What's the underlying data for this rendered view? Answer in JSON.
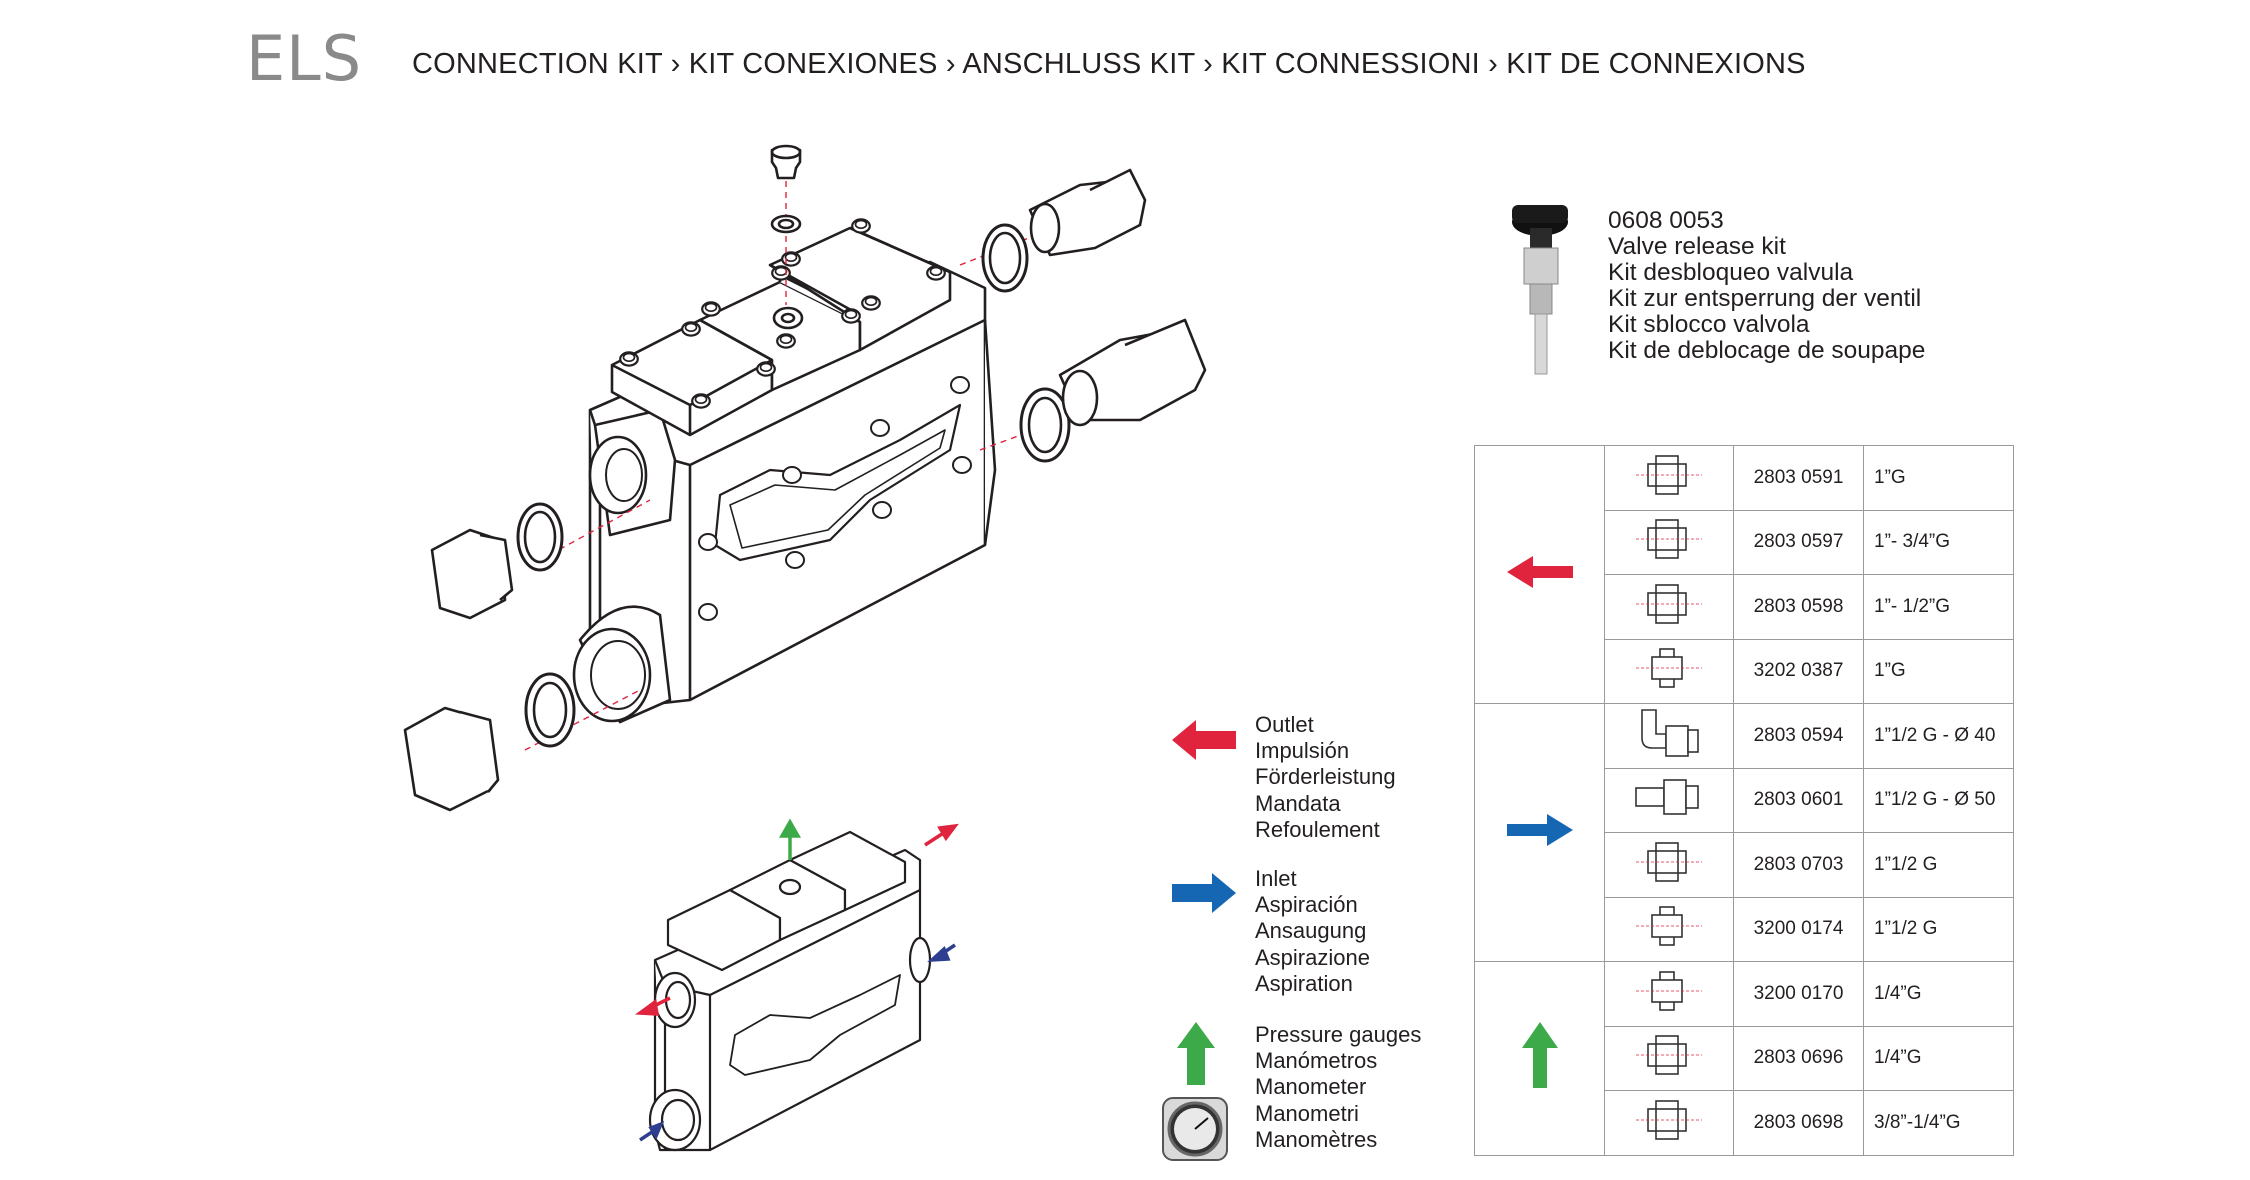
{
  "header": {
    "title": "ELS",
    "subtitle": "CONNECTION KIT › KIT CONEXIONES › ANSCHLUSS KIT › KIT CONNESSIONI › KIT DE CONNEXIONS"
  },
  "valve_kit": {
    "code": "0608 0053",
    "lines": [
      "Valve release kit",
      "Kit desbloqueo valvula",
      "Kit zur entsperrung der ventil",
      "Kit sblocco valvola",
      "Kit de deblocage de soupape"
    ]
  },
  "legend": {
    "outlet": [
      "Outlet",
      "Impulsión",
      "Förderleistung",
      "Mandata",
      "Refoulement"
    ],
    "inlet": [
      "Inlet",
      "Aspiración",
      "Ansaugung",
      "Aspirazione",
      "Aspiration"
    ],
    "gauges": [
      "Pressure gauges",
      "Manómetros",
      "Manometer",
      "Manometri",
      "Manomètres"
    ]
  },
  "colors": {
    "outlet": "#e0243d",
    "inlet": "#1566b3",
    "gauges": "#3daa49",
    "small_inlet": "#2e3f8f"
  },
  "parts_table": {
    "groups": [
      {
        "type": "outlet",
        "arrow": "red-left-arrow-icon",
        "rows": [
          {
            "icon": "union-fitting-icon",
            "code": "2803 0591",
            "size": "1”G"
          },
          {
            "icon": "union-fitting-icon",
            "code": "2803 0597",
            "size": "1”- 3/4”G"
          },
          {
            "icon": "union-fitting-icon",
            "code": "2803 0598",
            "size": "1”- 1/2”G"
          },
          {
            "icon": "nipple-fitting-icon",
            "code": "3202 0387",
            "size": "1”G"
          }
        ]
      },
      {
        "type": "inlet",
        "arrow": "blue-right-arrow-icon",
        "rows": [
          {
            "icon": "elbow-fitting-icon",
            "code": "2803 0594",
            "size": "1”1/2 G - Ø 40"
          },
          {
            "icon": "straight-hose-fitting-icon",
            "code": "2803 0601",
            "size": "1”1/2 G - Ø 50"
          },
          {
            "icon": "union-fitting-icon",
            "code": "2803 0703",
            "size": "1”1/2 G"
          },
          {
            "icon": "nipple-fitting-icon",
            "code": "3200 0174",
            "size": "1”1/2 G"
          }
        ]
      },
      {
        "type": "gauges",
        "arrow": "green-up-arrow-icon",
        "rows": [
          {
            "icon": "nipple-fitting-icon",
            "code": "3200 0170",
            "size": "1/4”G"
          },
          {
            "icon": "union-fitting-icon",
            "code": "2803 0696",
            "size": "1/4”G"
          },
          {
            "icon": "union-fitting-icon",
            "code": "2803 0698",
            "size": "3/8”-1/4”G"
          }
        ]
      }
    ]
  }
}
